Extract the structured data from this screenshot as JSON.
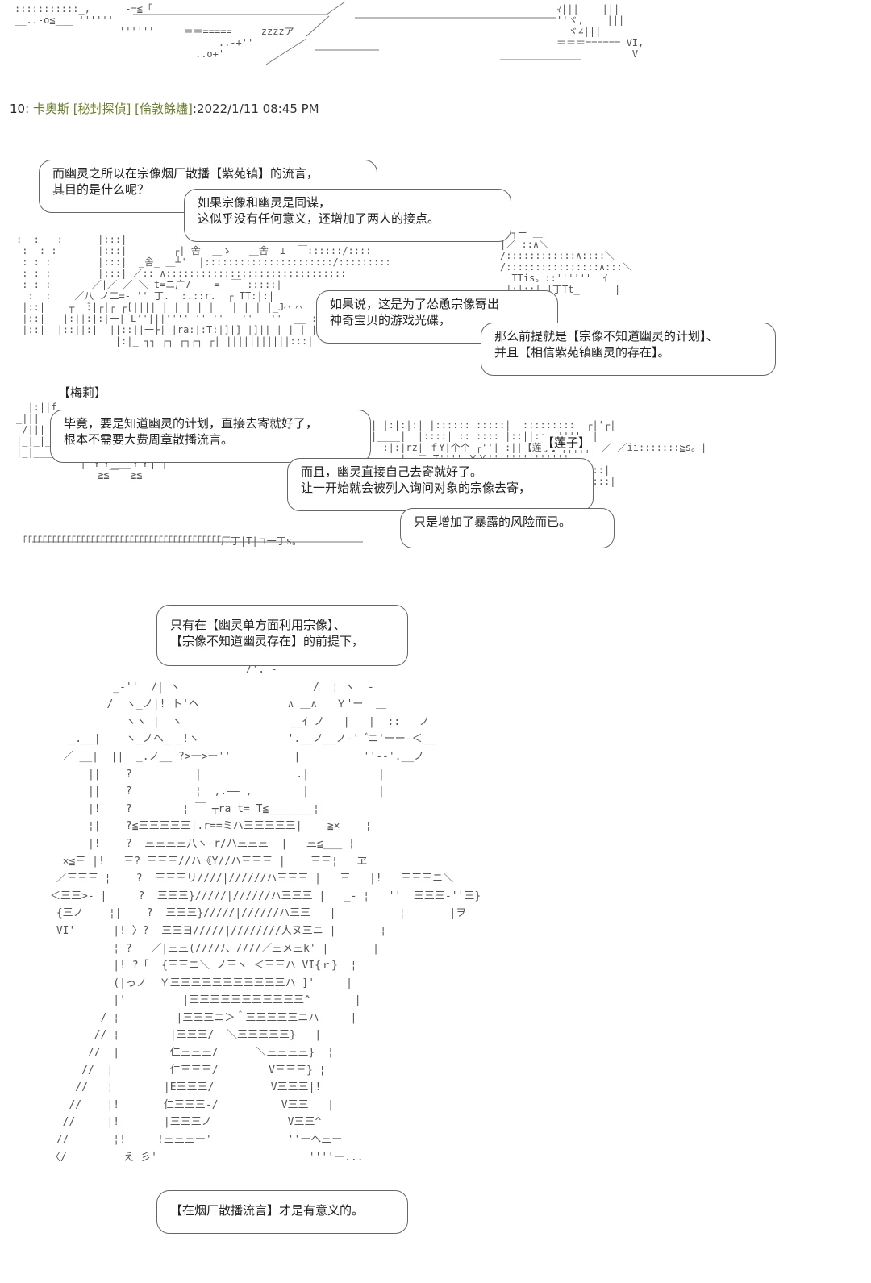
{
  "post": {
    "number": "10",
    "separator": ":",
    "name": "卡奥斯 [秘封探偵] [倫敦餘燼]",
    "colon": ":",
    "datetime": "2022/1/11 08:45 PM"
  },
  "bubbles": [
    {
      "id": "b1",
      "lines": [
        "而幽灵之所以在宗像烟厂散播【紫苑镇】的流言，",
        "其目的是什么呢？"
      ]
    },
    {
      "id": "b2",
      "lines": [
        "如果宗像和幽灵是同谋，",
        "这似乎没有任何意义，还增加了两人的接点。"
      ]
    },
    {
      "id": "b3",
      "lines": [
        "如果说，这是为了怂恿宗像寄出",
        "神奇宝贝的游戏光碟，"
      ]
    },
    {
      "id": "b4",
      "lines": [
        "那么前提就是【宗像不知道幽灵的计划】、",
        "并且【相信紫苑镇幽灵的存在】。"
      ]
    },
    {
      "id": "b5",
      "lines": [
        "毕竟，要是知道幽灵的计划，直接去寄就好了，",
        "根本不需要大费周章散播流言。"
      ]
    },
    {
      "id": "b6",
      "lines": [
        "而且，幽灵直接自己去寄就好了。",
        "让一开始就会被列入询问对象的宗像去寄，"
      ]
    },
    {
      "id": "b7",
      "lines": [
        "只是增加了暴露的风险而已。"
      ]
    },
    {
      "id": "b8",
      "lines": [
        "只有在【幽灵单方面利用宗像】、",
        "【宗像不知道幽灵存在】的前提下，"
      ]
    },
    {
      "id": "b9",
      "lines": [
        "【在烟厂散播流言】才是有意义的。"
      ]
    }
  ],
  "tags": {
    "meili": "【梅莉】",
    "lianzi": "【莲子】"
  },
  "ascii": {
    "top": [
      ":::::::::::_,      -=≦「",
      "__..-o≦___ ''''''",
      "                  ''''''     ＝＝=====     zzzzア",
      "                                   ..-+''",
      "                               ..o+'"
    ],
    "top_right": [
      "ﾏ|||    |||",
      "''ヾ,    |||",
      "  ヾ∠|||",
      "＝＝＝====== VI,",
      "             V"
    ],
    "scene": [
      ":  :   :      |:::|",
      " :  : :       |:::|        ┌|_舎  ＿ゝ   ＿舎  ⊥  ￣::::::/::::",
      " : : :        |:::|  _舎_ ＿┴'  |::::::::::::::::::::::/:::::::::",
      " : : :        |:::| ／:: ∧:::::::::::::::::::::::::::::::",
      " : : :       ／|／ ／ ＼ t=ニ广7__ -=  ￣ :::::|",
      "  :  :    ／八 ノ二=- '' 丁.  :.::r.  ┌ TT:|:|",
      " |::|    ┬  ̄:|┌|┌ ┌[|||| | | | | | | | | | |_J⌒ ⌒   ┐ |[| |[|:|-| |-|",
      " |::|   |:||:|:|一| L''|||'''' '' ''   ''   ''  __ : ┌ ┐: |::::| ::|::┴|",
      " |::|  |::||:|  ||::||一├|_|ra:|:T:|]|] |]|| | | | | | |",
      "                 |:|_ ┐┐ ┌┐ ┌┐┌┐ ┌|||||||||||||:::|"
    ],
    "scene_right": [
      "  ┐ー ＿",
      "|／ ::∧＼",
      "/::::::::::::∧::::＼",
      "/::::::::::::::::∧:::＼",
      "  TTis。::''''''  ｲ",
      " |:|::| |丁Tt_      |"
    ],
    "mid_right": [
      "| |:|:|:| |::::::|:::::|  :::::::::  ┌|'┌|",
      "|____|  |::::| ::|:::: |::||::  ''''  |",
      "  :|:|rz| ｆY|个个 ┌''||:||【莲子】|┌|┌|  ／ ／ii:::::::≧s。|",
      "     |  二 T'''' ＹＹ''''''''''''''",
      "     T|:||:::::|::|::::::|::::::::::::::|",
      "     = |::::|::::::|___|:::::::::::::::::|",
      "        ''        ー=―ー  代",
      "          ――'''''      ー――="
    ],
    "mid_left": [
      "  |:||f",
      "_|||    ",
      "_/|||    ",
      "|_|_|_乂____________|",
      "|_|______|－－－－－－－－| |－|三三三三三|",
      "           |_ＹＹ＿＿ＹＹ|_|",
      "              ≧≦￣  ≧≦"
    ],
    "bottom_fence": "「「「「「「「「「「「「「「「「「「「「「「「「「「「「「「「「「「「「「「「「「厂丁|T|ㄱ一丁s。",
    "figure": [
      "                               /'. ‐",
      "          _-''  /| ヽ                     /  ¦ ヽ  -",
      "         /  ヽ_ノ|! ト'ヘ              ∧ ＿∧   Ｙ'ー  ＿",
      "            ヽヽ |  ヽ                 __ｲ ノ   |   |  ::   ノ",
      "   _.__|    ヽ_ノへ_ _!ヽ              '.__ノ__ノ-'  ゙ニ'ーー-＜__",
      "  ／ __|  ||  _.ノ__ ?>一>ー''          |          ''‐-'.__ノ",
      "      ||    ?          |               .|           |",
      "      ||    ?          ¦  ,.―― ,        |           |",
      "      |!    ?        ¦ ￣ ┬ra t= T≦_______¦",
      "      ¦|    ?≦三三三三三|.r==ミハ三三三三三|    ≧×    ¦",
      "      |!    ?  三三三三八ヽ-r/ハ三三三  |   三≦___ ¦",
      "  ×≦三 |!   三? 三三三//ハ《Y//ハ三三三 |    三三¦   ヱ",
      " ／三三三 ¦    ?  三三三リ////|//////ハ三三三 |   三   |!   三三三ニ＼",
      "＜三三>- |     ?  三三三}/////|//////ハ三三三 |   _- ¦   ''  三三三-''三}",
      " {三ノ    ¦|    ?  三三三}/////|//////ハ三三   |          ¦       |ヲ",
      " VI'      |! 〉?  三三ヨ/////|////////人ヌ三ニ |       ¦",
      "          ¦ ?   ／|三三(////ﾉ、////／三メ三k' |       |",
      "          |! ?「  {三三ニ＼ ノ三ヽ ＜三三ハ VI{ｒ}  ¦",
      "          (|っノ  Ｙ三三三三三三三三三三三ハ ]'     |",
      "          |'         |三三三三三三三三三三三^       |",
      "        / ¦         |三三三ニ＞＾三三三三三ニハ     |",
      "       // ¦        |三三三/  ＼三三三三三}   |",
      "      //  |        仁三三三/      ＼三三三三}  ¦",
      "     //  |         仁三三三/        V三三三} ¦",
      "    //   ¦        |E三三三/         V三三三|!",
      "   //    |!       仁三三三-/          V三三   |",
      "  //     |!       |三三三ノ            V三三^",
      " //       ¦!     !三三三ー'            ''ーヘ三ー",
      "〈/         え 彡'                        ''''ー..."
    ]
  }
}
